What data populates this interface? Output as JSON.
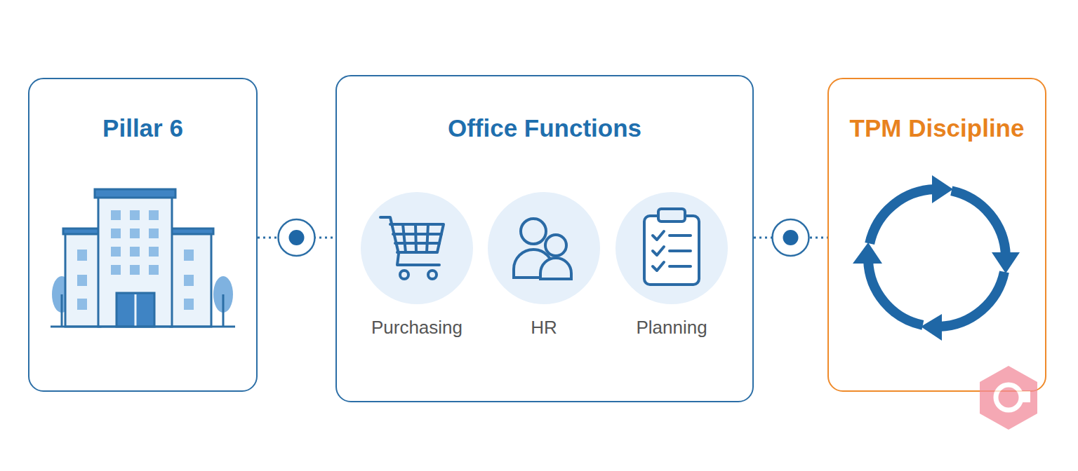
{
  "diagram": {
    "nodes": [
      {
        "text": [
          "Pillar 6"
        ]
      },
      {
        "text": [
          "Office Functions"
        ]
      },
      {
        "text": [
          "Purchasing"
        ],
        "in": 1
      },
      {
        "text": [
          "HR"
        ],
        "in": 1
      },
      {
        "text": [
          "Planning"
        ],
        "in": 1
      },
      {
        "text": [
          "TPM Discipline"
        ]
      }
    ],
    "edges": [
      {
        "from": 0,
        "to": 1,
        "arrow": "none"
      },
      {
        "from": 1,
        "to": 5,
        "arrow": "none"
      }
    ]
  }
}
